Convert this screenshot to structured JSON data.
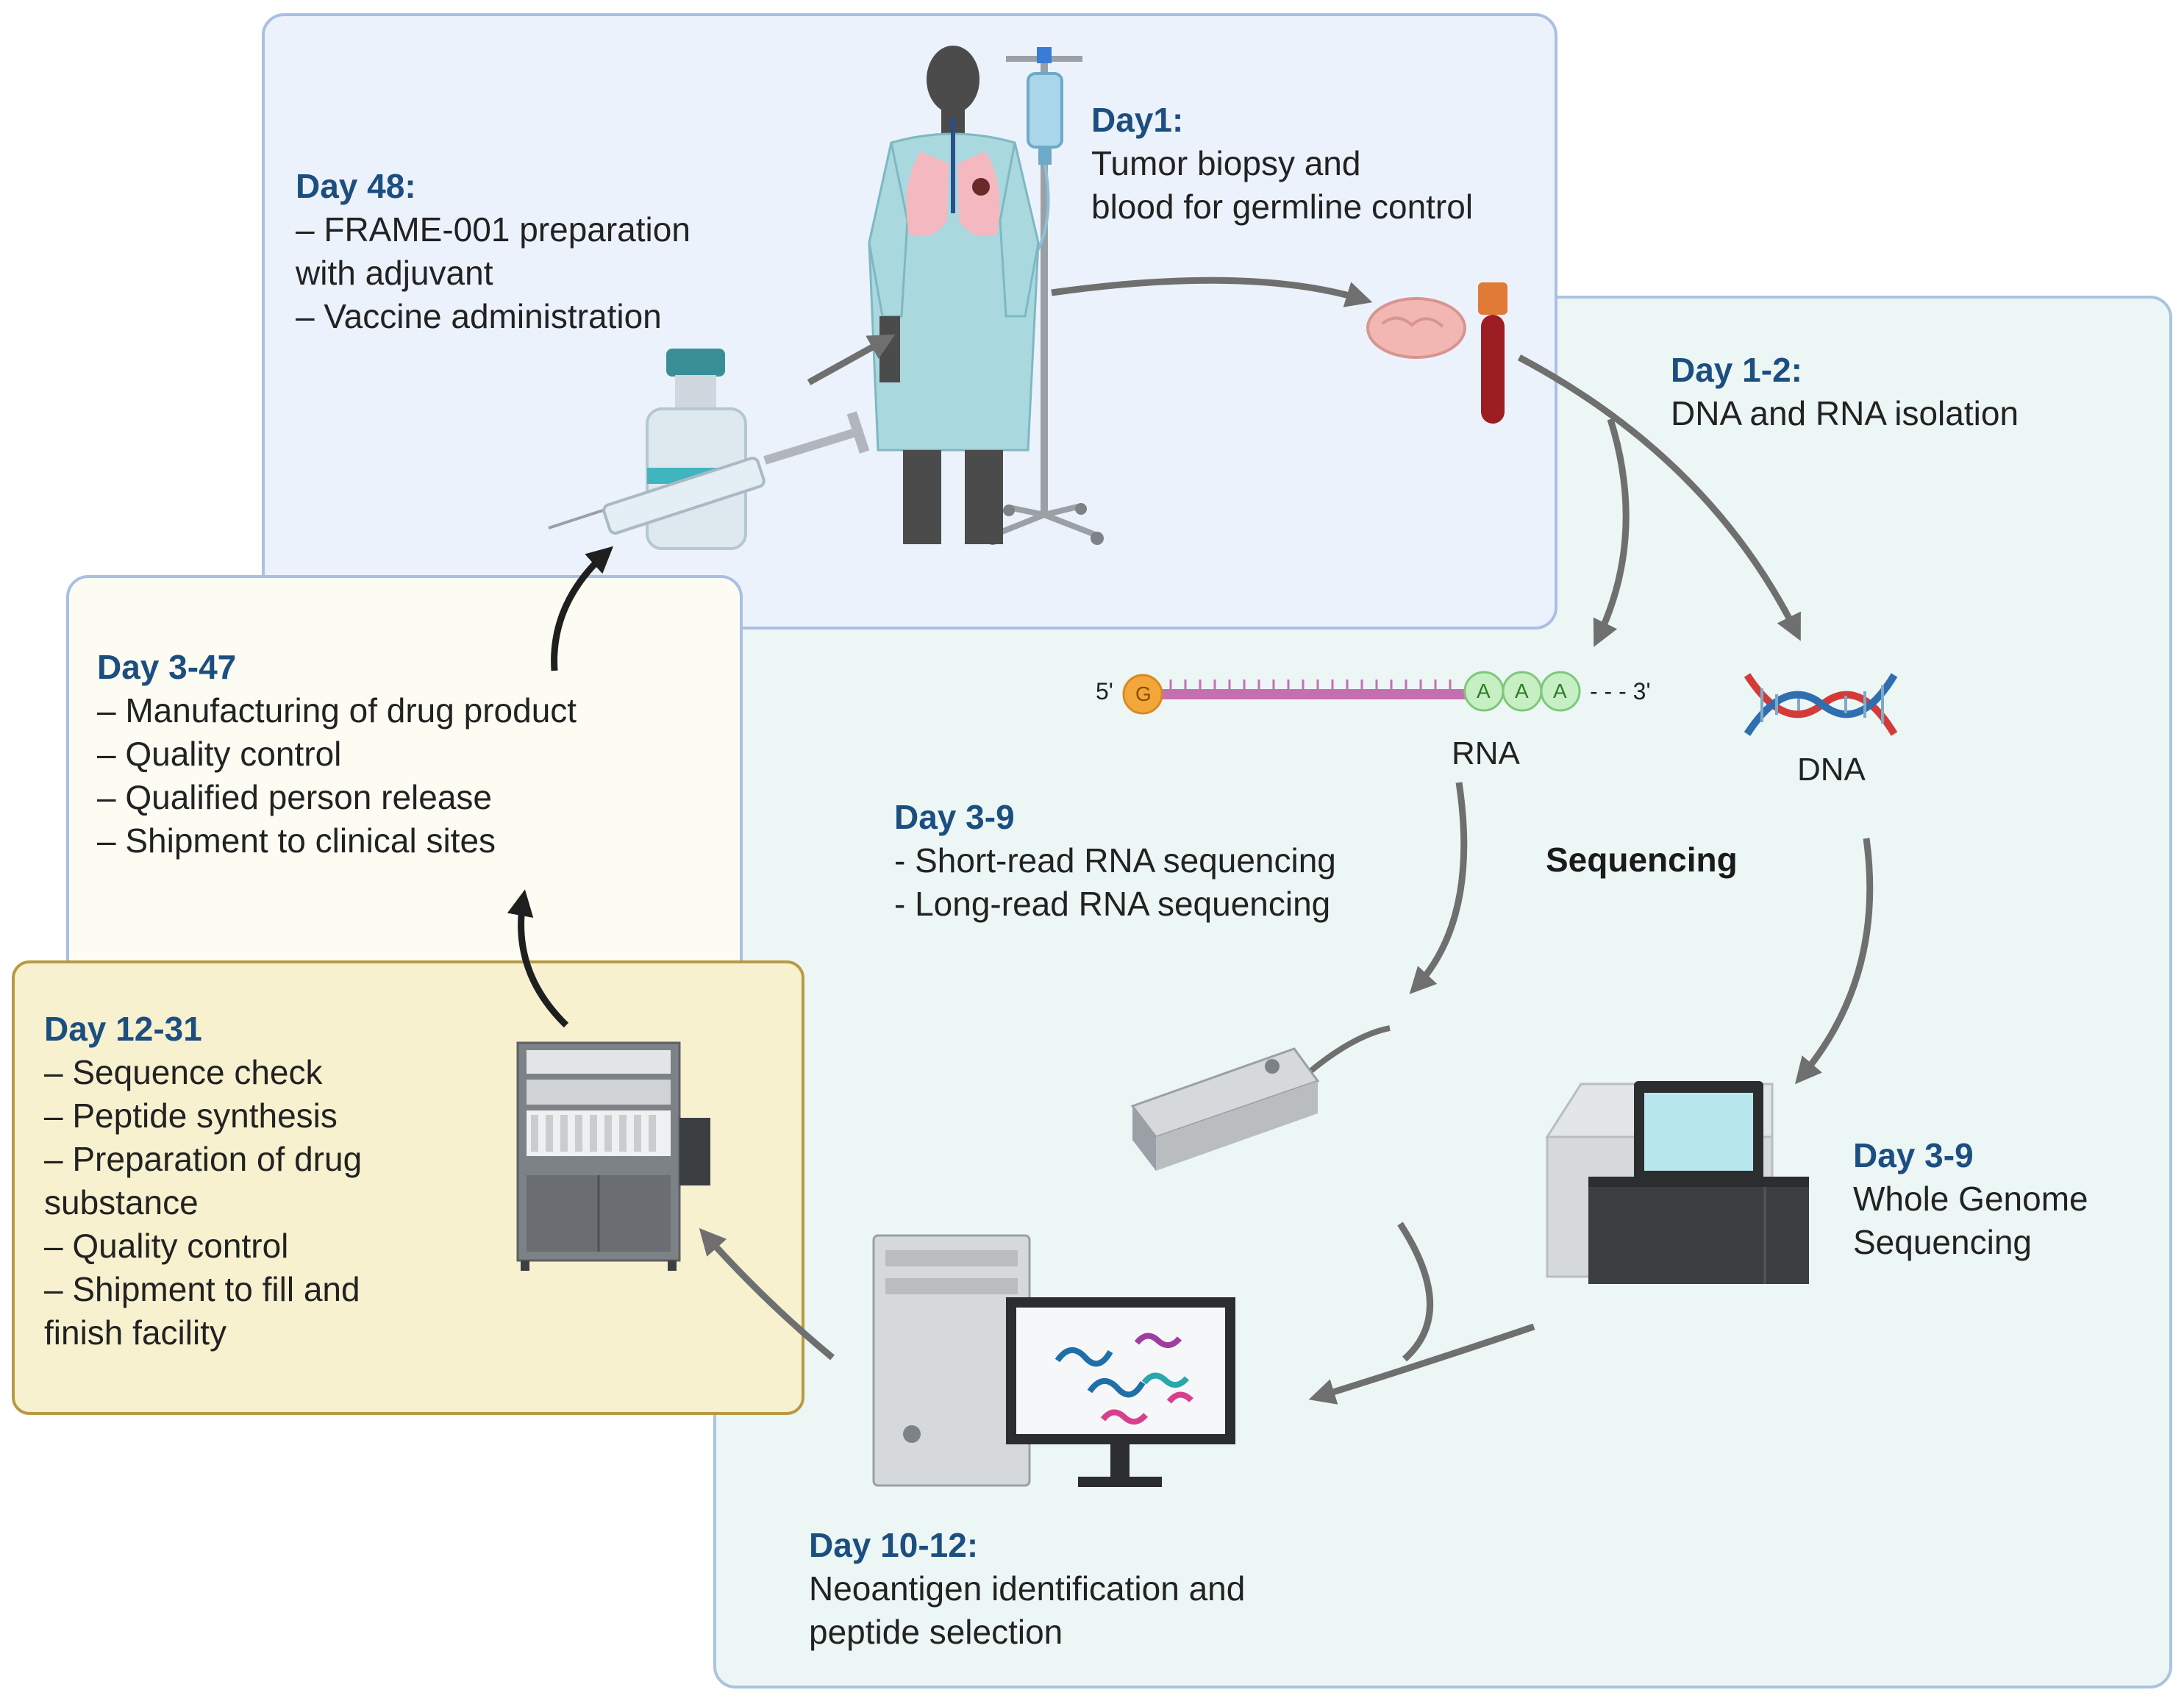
{
  "blocks": {
    "day1": {
      "heading": "Day1:",
      "lines": [
        "Tumor biopsy and",
        "blood for germline control"
      ]
    },
    "day48": {
      "heading": "Day 48:",
      "lines": [
        "– FRAME-001 preparation",
        "with adjuvant",
        "– Vaccine administration"
      ]
    },
    "day1_2": {
      "heading": "Day 1-2:",
      "lines": [
        "DNA and RNA isolation"
      ]
    },
    "day3_47": {
      "heading": "Day 3-47",
      "lines": [
        "– Manufacturing of drug product",
        "– Quality control",
        "– Qualified person release",
        "– Shipment to clinical sites"
      ]
    },
    "day3_9_rna": {
      "heading": "Day 3-9",
      "lines": [
        "- Short-read RNA sequencing",
        "- Long-read RNA sequencing"
      ]
    },
    "day12_31": {
      "heading": "Day 12-31",
      "lines": [
        "– Sequence check",
        "– Peptide synthesis",
        "– Preparation of drug",
        "substance",
        "– Quality control",
        "– Shipment to fill and",
        "finish facility"
      ]
    },
    "day3_9_wgs": {
      "heading": "Day 3-9",
      "lines": [
        "Whole Genome",
        "Sequencing"
      ]
    },
    "day10_12": {
      "heading": "Day 10-12:",
      "lines": [
        "Neoantigen identification and",
        "peptide selection"
      ]
    }
  },
  "labels": {
    "rna": "RNA",
    "dna": "DNA",
    "sequencing": "Sequencing",
    "five_prime": "5'",
    "three_prime": "- - - 3'",
    "cap": "G",
    "polya": [
      "A",
      "A",
      "A"
    ]
  },
  "colors": {
    "heading": "#1c4e80",
    "arrow": "#6f6f6f",
    "arrow_dark": "#1f1f1f",
    "panel_blue": "#ecf2fc",
    "panel_teal": "#ecf6f4",
    "panel_cream": "#fdfcf3",
    "panel_yellow": "#f7f1cf"
  },
  "icons": [
    "patient-icon",
    "iv-stand-icon",
    "vial-icon",
    "syringe-icon",
    "tumor-tissue-icon",
    "blood-tube-icon",
    "rna-strand-icon",
    "dna-helix-icon",
    "long-read-sequencer-icon",
    "genome-sequencer-icon",
    "computer-icon",
    "peptide-synthesizer-icon"
  ]
}
